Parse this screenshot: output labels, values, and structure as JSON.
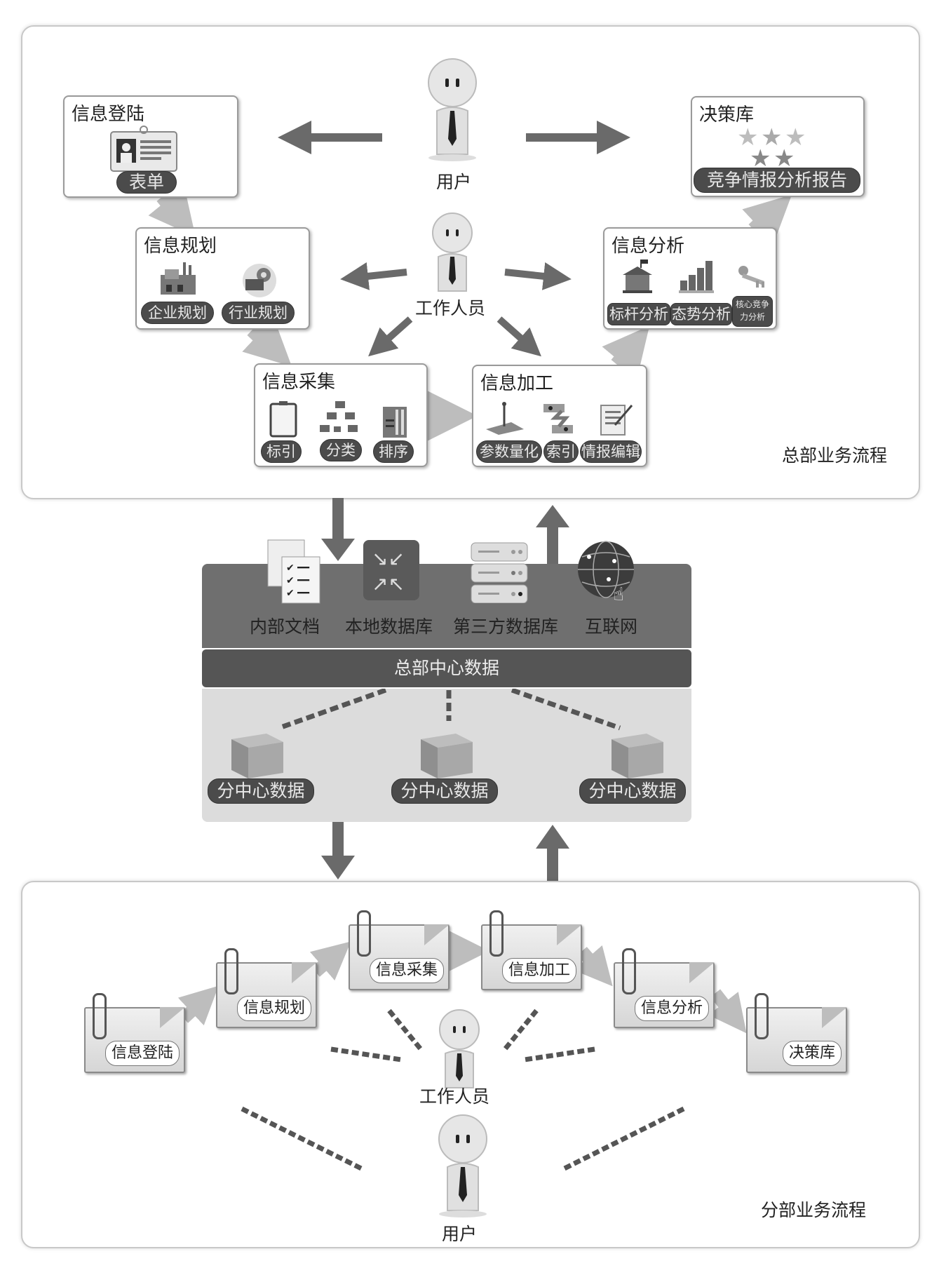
{
  "headquarters": {
    "section_label": "总部业务流程",
    "user_label": "用户",
    "staff_label": "工作人员",
    "boxes": {
      "register": {
        "title": "信息登陆",
        "items": [
          "表单"
        ]
      },
      "planning": {
        "title": "信息规划",
        "items": [
          "企业规划",
          "行业规划"
        ]
      },
      "collection": {
        "title": "信息采集",
        "items": [
          "标引",
          "分类",
          "排序"
        ]
      },
      "processing": {
        "title": "信息加工",
        "items": [
          "参数量化",
          "索引",
          "情报编辑"
        ]
      },
      "analysis": {
        "title": "信息分析",
        "items": [
          "标杆分析",
          "态势分析",
          "核心竞争力分析"
        ]
      },
      "decision": {
        "title": "决策库",
        "items": [
          "竞争情报分析报告"
        ]
      }
    }
  },
  "data_center": {
    "sources": [
      "内部文档",
      "本地数据库",
      "第三方数据库",
      "互联网"
    ],
    "hq_data_label": "总部中心数据",
    "sub_centers": [
      "分中心数据",
      "分中心数据",
      "分中心数据"
    ]
  },
  "branch": {
    "section_label": "分部业务流程",
    "steps": [
      "信息登陆",
      "信息规划",
      "信息采集",
      "信息加工",
      "信息分析",
      "决策库"
    ],
    "staff_label": "工作人员",
    "user_label": "用户"
  }
}
